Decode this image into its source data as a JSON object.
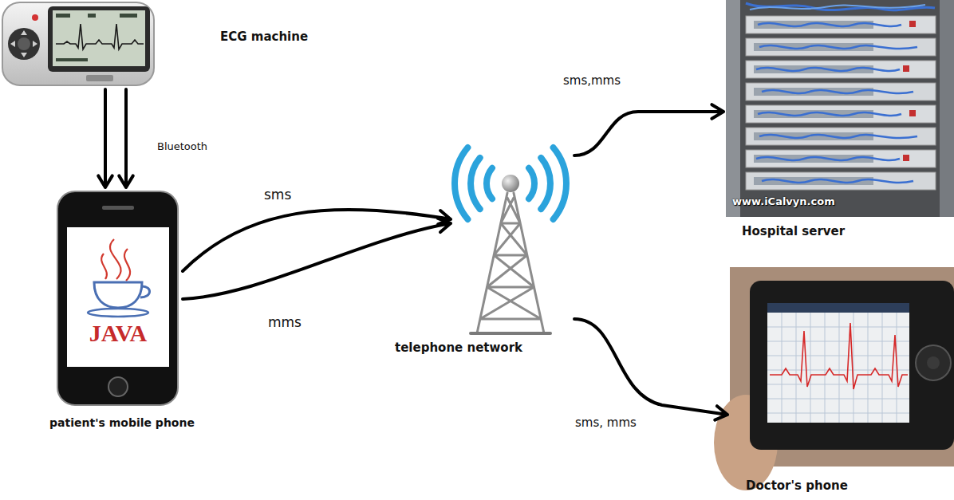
{
  "diagram": {
    "nodes": [
      {
        "text": [
          "ECG machine"
        ]
      },
      {
        "text": [
          "patient's mobile phone"
        ]
      },
      {
        "text": [
          "telephone network"
        ]
      },
      {
        "text": [
          "Hospital server"
        ]
      },
      {
        "text": [
          "Doctor's phone"
        ]
      }
    ],
    "edges": [
      {
        "from": 0,
        "to": 1,
        "label": "Bluetooth",
        "arrow": "to"
      },
      {
        "from": 1,
        "to": 2,
        "label": "sms",
        "arrow": "to"
      },
      {
        "from": 1,
        "to": 2,
        "label": "mms",
        "arrow": "to"
      },
      {
        "from": 2,
        "to": 3,
        "label": "sms,mms",
        "arrow": "to"
      },
      {
        "from": 2,
        "to": 4,
        "label": "sms, mms",
        "arrow": "to"
      }
    ],
    "labels": [
      "JAVA",
      "www.iCalvyn.com"
    ]
  }
}
